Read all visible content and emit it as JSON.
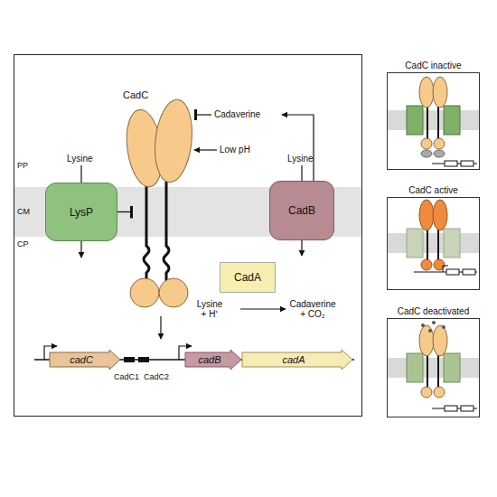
{
  "diagram": {
    "nodes": [
      {
        "text": [
          "CadC"
        ]
      },
      {
        "text": [
          "LysP"
        ]
      },
      {
        "text": [
          "CadB"
        ]
      },
      {
        "text": [
          "CadA"
        ]
      },
      {
        "text": [
          "cadC"
        ]
      },
      {
        "text": [
          "cadB"
        ]
      },
      {
        "text": [
          "cadA"
        ]
      },
      {
        "text": [
          "CadC inactive"
        ]
      },
      {
        "text": [
          "CadC active"
        ]
      },
      {
        "text": [
          "CadC deactivated"
        ]
      }
    ],
    "edges": [
      {
        "from": 1,
        "to": 0,
        "arrow": "to"
      }
    ],
    "labels": [
      "Cadaverine",
      "Low pH",
      "Lysine",
      "Lysine",
      "PP",
      "CM",
      "CP",
      "Lysine + H⁺",
      "Cadaverine + CO₂",
      "CadC1",
      "CadC2"
    ]
  }
}
